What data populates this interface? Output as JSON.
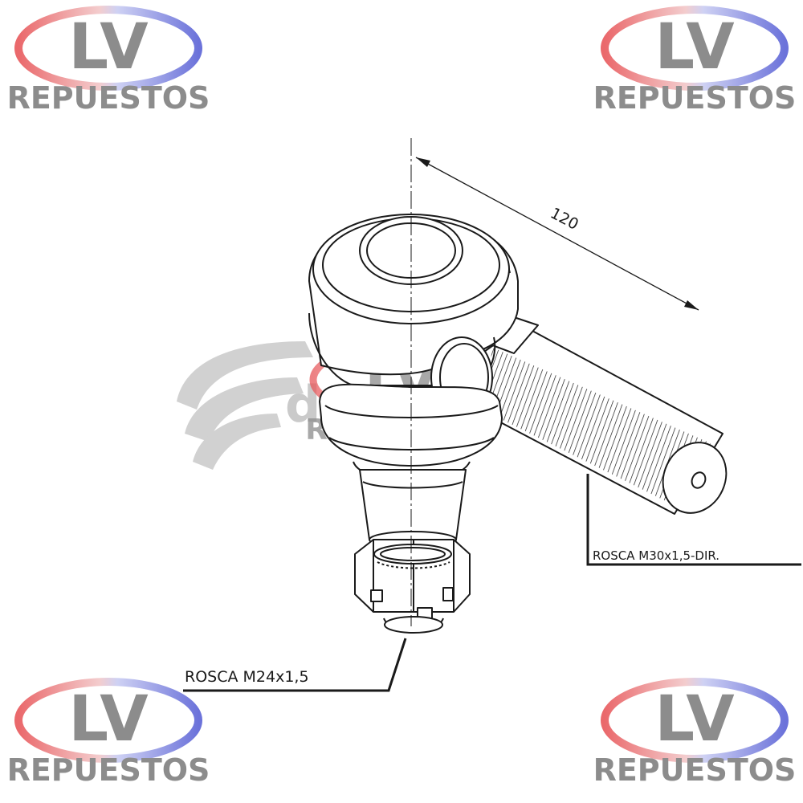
{
  "watermark": {
    "logo_letters": "LV",
    "brand_word": "REPUESTOS",
    "center_overlay": "deLuca",
    "colors": {
      "red": "#e8585b",
      "blue": "#5b63d6",
      "gray": "#8c8c8c"
    }
  },
  "drawing": {
    "dimension_value": "120",
    "thread_right_label": "ROSCA M30x1,5-DIR.",
    "thread_bottom_label": "ROSCA M24x1,5",
    "line_color": "#1a1a1a"
  }
}
